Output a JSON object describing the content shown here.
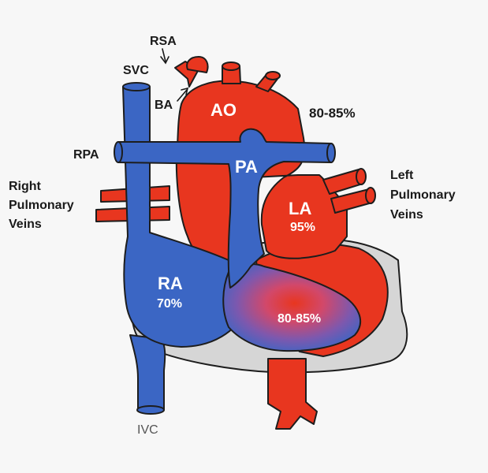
{
  "colors": {
    "oxygenated": "#e8361f",
    "deoxygenated": "#3b66c4",
    "pericardium": "#d6d6d6",
    "outline": "#1d1d1d",
    "label_dark": "#1a1a1a",
    "label_light": "#ffffff"
  },
  "labels": {
    "rsa": "RSA",
    "svc": "SVC",
    "ba": "BA",
    "ao": "AO",
    "aorta_saturation": "80-85%",
    "rpa": "RPA",
    "pa": "PA",
    "right_pulmonary_veins": [
      "Right",
      "Pulmonary",
      "Veins"
    ],
    "left_pulmonary_veins": [
      "Left",
      "Pulmonary",
      "Veins"
    ],
    "la": "LA",
    "la_saturation": "95%",
    "ra": "RA",
    "ra_saturation": "70%",
    "ventricle_saturation": "80-85%",
    "ivc": "IVC"
  }
}
